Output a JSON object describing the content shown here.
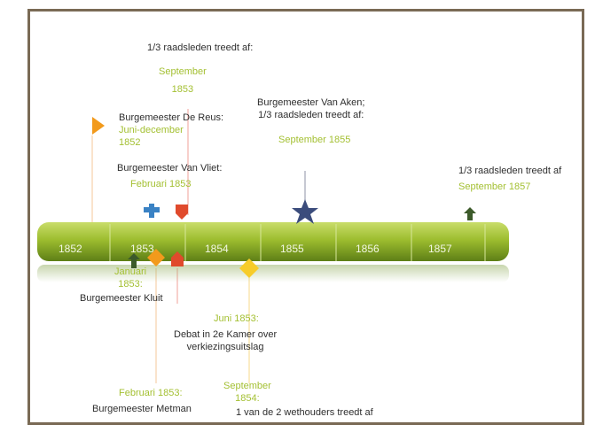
{
  "years": [
    "1852",
    "1853",
    "1854",
    "1855",
    "1856",
    "1857"
  ],
  "events": {
    "e1": {
      "title": "1/3 raadsleden treedt af:",
      "date": "September\n1853"
    },
    "e2": {
      "title": "Burgemeester De Reus:",
      "date": "Juni-december\n1852"
    },
    "e3": {
      "title": "Burgemeester Van Vliet:",
      "date": "Februari 1853"
    },
    "e4": {
      "title": "Burgemeester Van Aken;\n1/3 raadsleden treedt af:",
      "date": "September 1855"
    },
    "e5": {
      "title": "1/3 raadsleden treedt af",
      "date": "September 1857"
    },
    "e6": {
      "date": "Januari\n1853:",
      "title": "Burgemeester Kluit"
    },
    "e7": {
      "date": "Juni 1853:",
      "title": "Debat in 2e Kamer over\nverkiezingsuitslag"
    },
    "e8": {
      "date": "Februari 1853:",
      "title": "Burgemeester Metman"
    },
    "e9": {
      "date": "September\n1854:",
      "title": "1 van de 2 wethouders treedt af"
    }
  },
  "colors": {
    "bar_light": "#b7cf45",
    "bar_dark": "#6a8a1c",
    "year_text": "#f2f7e4",
    "green_text": "#a4c033",
    "dark_text": "#2e2e2e",
    "orange": "#f29a1c",
    "blue": "#3a82c4",
    "red": "#e04a2c",
    "navy": "#3b4c7c",
    "darkgreen": "#3c5a2a",
    "yellow": "#f7cc2a"
  }
}
